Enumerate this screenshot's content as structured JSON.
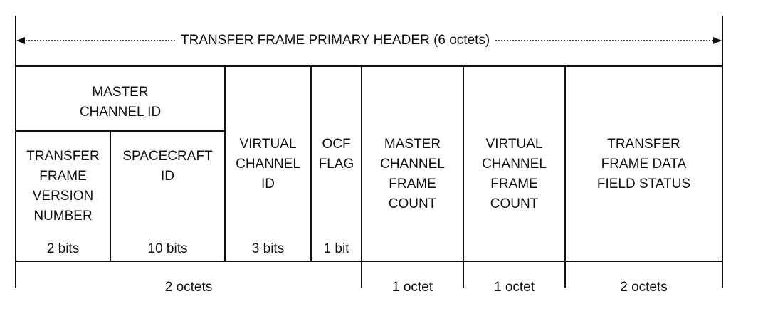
{
  "header": {
    "title": "TRANSFER FRAME PRIMARY HEADER (6 octets)"
  },
  "master_channel_id": "MASTER\nCHANNEL ID",
  "fields": {
    "version": {
      "label": "TRANSFER\nFRAME\nVERSION\nNUMBER",
      "bits": "2 bits"
    },
    "spacecraft": {
      "label": "SPACECRAFT\nID",
      "bits": "10 bits"
    },
    "virtual_channel": {
      "label": "VIRTUAL\nCHANNEL\nID",
      "bits": "3 bits"
    },
    "ocf_flag": {
      "label": "OCF\nFLAG",
      "bits": "1 bit"
    },
    "mc_frame_count": {
      "label": "MASTER\nCHANNEL\nFRAME\nCOUNT"
    },
    "vc_frame_count": {
      "label": "VIRTUAL\nCHANNEL\nFRAME\nCOUNT"
    },
    "data_field_status": {
      "label": "TRANSFER\nFRAME DATA\nFIELD STATUS"
    }
  },
  "octets": {
    "first": "2 octets",
    "mc_count": "1 octet",
    "vc_count": "1 octet",
    "status": "2 octets"
  }
}
